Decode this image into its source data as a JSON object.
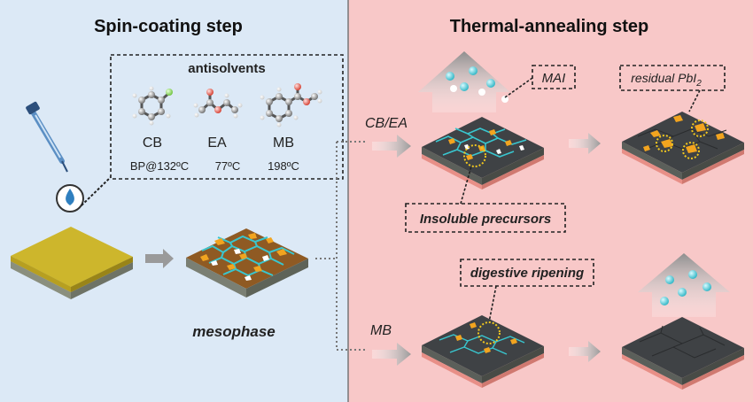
{
  "panels": {
    "left_title": "Spin-coating step",
    "right_title": "Thermal-annealing step"
  },
  "antisolvents": {
    "title": "antisolvents",
    "items": [
      {
        "name": "CB",
        "bp": "BP@132ºC"
      },
      {
        "name": "EA",
        "bp": "77ºC"
      },
      {
        "name": "MB",
        "bp": "198ºC"
      }
    ]
  },
  "labels": {
    "mesophase": "mesophase",
    "route_top": "CB/EA",
    "route_bottom": "MB",
    "mai": "MAI",
    "residual_pbi2_prefix": "residual PbI",
    "residual_pbi2_sub": "2",
    "insoluble": "Insoluble precursors",
    "digestive": "digestive ripening"
  },
  "colors": {
    "left_bg": "#dce9f6",
    "right_bg": "#f8c8c8",
    "film_yellow": "#cdb62c",
    "grain_brown": "#8f5a23",
    "grain_orange": "#f2a41f",
    "boundary_cyan": "#39c6cf",
    "grain_dark": "#3f4245",
    "substrate_pink": "#e88f87",
    "arrow_gray": "#9a9a9a"
  }
}
